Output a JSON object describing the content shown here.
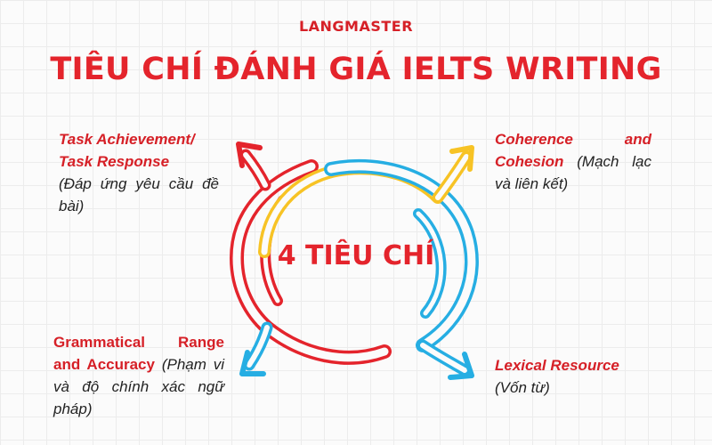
{
  "brand": "LANGMASTER",
  "title": "TIÊU CHÍ ĐÁNH GIÁ IELTS WRITING",
  "center_label": "4 TIÊU CHÍ",
  "criteria": {
    "top_left": {
      "name_line1": "Task Achievement/",
      "name_line2": "Task Response",
      "desc": "(Đáp ứng yêu cầu đề bài)"
    },
    "top_right": {
      "name": "Coherence and Cohesion",
      "desc": "(Mạch lạc và liên kết)"
    },
    "bottom_left": {
      "name": "Grammatical Range and Accuracy",
      "desc": "(Phạm vi và độ chính xác ngữ pháp)"
    },
    "bottom_right": {
      "name": "Lexical Resource",
      "desc": "(Vốn từ)"
    }
  },
  "colors": {
    "red": "#e4242c",
    "yellow": "#f7c325",
    "blue": "#26aee3",
    "text": "#222222"
  }
}
